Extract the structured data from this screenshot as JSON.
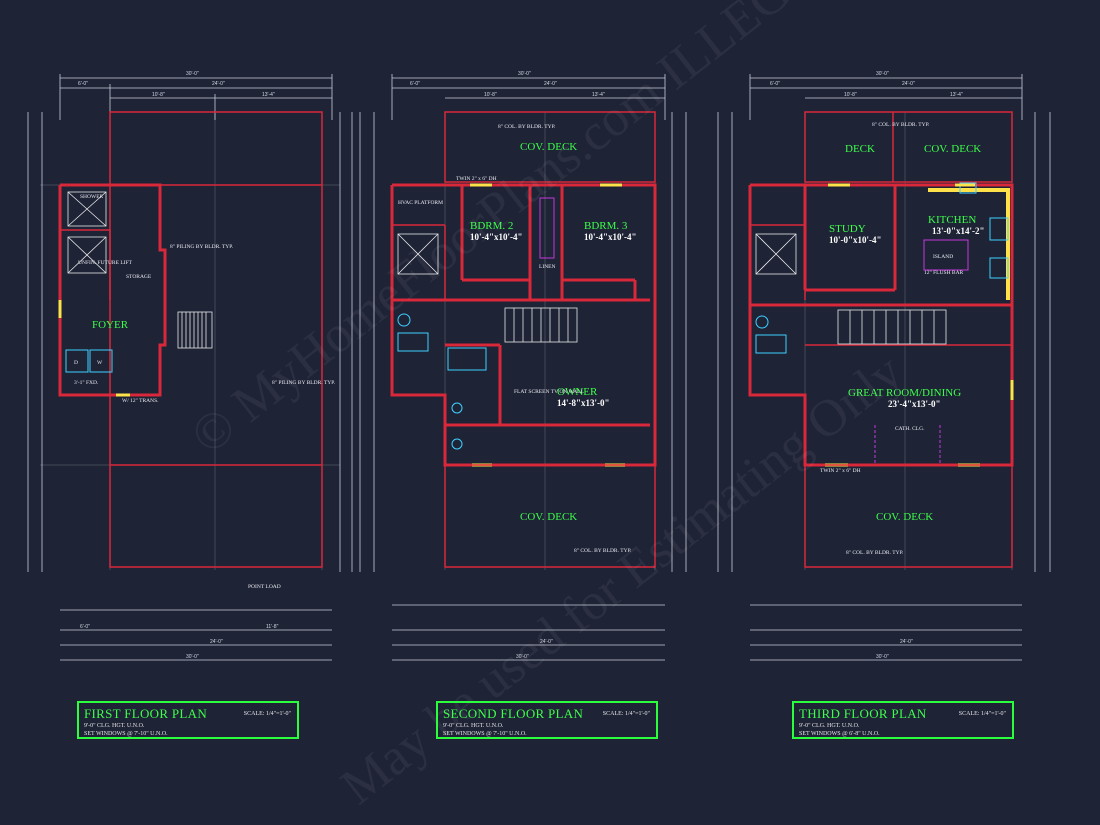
{
  "floor_plans": [
    {
      "title": "FIRST FLOOR PLAN",
      "scale": "SCALE: 1/4\"=1'-0\"",
      "clg": "9'-0\" CLG. HGT. U.N.O.",
      "windows": "SET WINDOWS @ 7'-10\" U.N.O.",
      "rooms": [
        "FOYER",
        "SHOWER",
        "STORAGE"
      ],
      "notes": [
        "8\" PILING BY BLDR. TYP.",
        "8\" PILING BY BLDR. TYP.",
        "POINT LOAD",
        "UNFIN. FUTURE LIFT",
        "W/ 12\" TRANS.",
        "3'-1\" FXD."
      ],
      "dims_top": [
        "30'-0\"",
        "6'-0\"",
        "24'-0\"",
        "10'-8\"",
        "13'-4\""
      ],
      "dims_bottom": [
        "30'-0\"",
        "6'-0\"",
        "24'-0\"",
        "11'-8\""
      ]
    },
    {
      "title": "SECOND FLOOR PLAN",
      "scale": "SCALE: 1/4\"=1'-0\"",
      "clg": "9'-0\" CLG. HGT. U.N.O.",
      "windows": "SET WINDOWS @ 7'-10\" U.N.O.",
      "rooms": [
        "COV. DECK",
        "BDRM. 2",
        "BDRM. 3",
        "OWNER",
        "COV. DECK"
      ],
      "sizes": [
        "10'-4\"x10'-4\"",
        "10'-4\"x10'-4\"",
        "14'-8\"x13'-0\""
      ],
      "notes": [
        "8\" COL. BY BLDR. TYP.",
        "HVAC PLATFORM",
        "TWIN 2\" x 6\" DH",
        "LINEN",
        "FLAT SCREEN TV ON WALL",
        "8\" COL. BY BLDR. TYP."
      ],
      "dims_top": [
        "30'-0\"",
        "6'-0\"",
        "24'-0\"",
        "10'-8\"",
        "13'-4\""
      ],
      "dims_bottom": [
        "30'-0\"",
        "24'-0\""
      ]
    },
    {
      "title": "THIRD FLOOR PLAN",
      "scale": "SCALE: 1/4\"=1'-0\"",
      "clg": "9'-0\" CLG. HGT. U.N.O.",
      "windows": "SET WINDOWS @ 6'-8\" U.N.O.",
      "rooms": [
        "DECK",
        "COV. DECK",
        "STUDY",
        "KITCHEN",
        "GREAT ROOM/DINING",
        "COV. DECK"
      ],
      "sizes": [
        "10'-0\"x10'-4\"",
        "13'-0\"x14'-2\"",
        "23'-4\"x13'-0\""
      ],
      "notes": [
        "8\" COL. BY BLDR. TYP.",
        "ISLAND",
        "12\" FLUSH BAR",
        "TWIN 2\" x 6\" DH",
        "CATH. CLG.",
        "8\" COL. BY BLDR. TYP."
      ],
      "dims_top": [
        "30'-0\"",
        "6'-0\"",
        "24'-0\"",
        "10'-8\"",
        "13'-4\""
      ],
      "dims_bottom": [
        "30'-0\"",
        "24'-0\""
      ]
    }
  ],
  "watermark": "© MyHomeFloorPlans.com ILLEGAL to use for Construction",
  "watermark2": "May be used for Estimating Only",
  "colors": {
    "background": "#1e2336",
    "walls": "#d8283a",
    "room_labels": "#3dff4a",
    "title_border": "#2bff3c",
    "fixtures": "#3fd0ff"
  }
}
